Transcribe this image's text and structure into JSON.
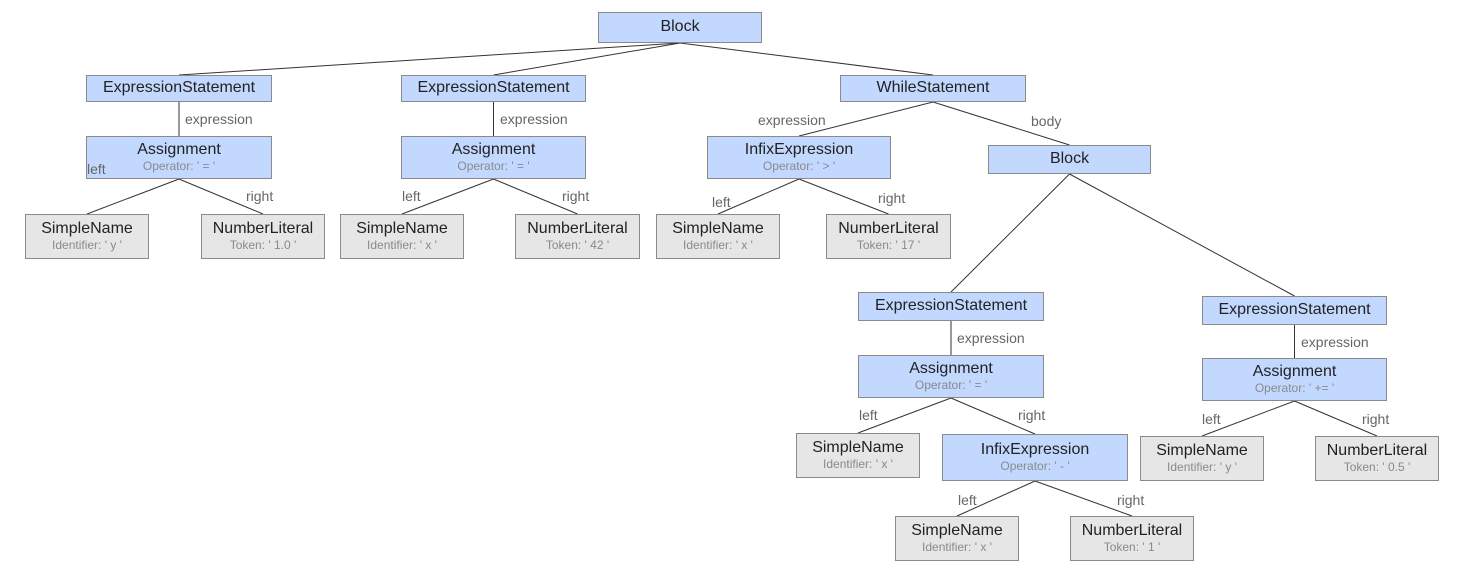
{
  "colors": {
    "internal_node_fill": "#c2d8ff",
    "leaf_node_fill": "#e6e6e6",
    "border": "#8a8a8a",
    "edge": "#333333",
    "edge_label": "#666666"
  },
  "nodes": {
    "root": {
      "title": "Block"
    },
    "es1": {
      "title": "ExpressionStatement"
    },
    "as1": {
      "title": "Assignment",
      "sub": "Operator: ' = '"
    },
    "sn1": {
      "title": "SimpleName",
      "sub": "Identifier: ' y '"
    },
    "nl1": {
      "title": "NumberLiteral",
      "sub": "Token: ' 1.0 '"
    },
    "es2": {
      "title": "ExpressionStatement"
    },
    "as2": {
      "title": "Assignment",
      "sub": "Operator: ' = '"
    },
    "sn2": {
      "title": "SimpleName",
      "sub": "Identifier: ' x '"
    },
    "nl2": {
      "title": "NumberLiteral",
      "sub": "Token: ' 42 '"
    },
    "ws": {
      "title": "WhileStatement"
    },
    "ie1": {
      "title": "InfixExpression",
      "sub": "Operator: ' > '"
    },
    "sn3": {
      "title": "SimpleName",
      "sub": "Identifier: ' x '"
    },
    "nl3": {
      "title": "NumberLiteral",
      "sub": "Token: ' 17 '"
    },
    "blk2": {
      "title": "Block"
    },
    "es3": {
      "title": "ExpressionStatement"
    },
    "as3": {
      "title": "Assignment",
      "sub": "Operator: ' = '"
    },
    "sn4": {
      "title": "SimpleName",
      "sub": "Identifier: ' x '"
    },
    "ie2": {
      "title": "InfixExpression",
      "sub": "Operator: ' - '"
    },
    "sn5": {
      "title": "SimpleName",
      "sub": "Identifier: ' x '"
    },
    "nl5": {
      "title": "NumberLiteral",
      "sub": "Token: ' 1 '"
    },
    "es4": {
      "title": "ExpressionStatement"
    },
    "as4": {
      "title": "Assignment",
      "sub": "Operator: ' += '"
    },
    "sn6": {
      "title": "SimpleName",
      "sub": "Identifier: ' y '"
    },
    "nl6": {
      "title": "NumberLiteral",
      "sub": "Token: ' 0.5 '"
    }
  },
  "edges": [
    {
      "from": "root",
      "to": "es1",
      "label": ""
    },
    {
      "from": "root",
      "to": "es2",
      "label": ""
    },
    {
      "from": "root",
      "to": "ws",
      "label": ""
    },
    {
      "from": "es1",
      "to": "as1",
      "label": "expression"
    },
    {
      "from": "as1",
      "to": "sn1",
      "label": "left"
    },
    {
      "from": "as1",
      "to": "nl1",
      "label": "right"
    },
    {
      "from": "es2",
      "to": "as2",
      "label": "expression"
    },
    {
      "from": "as2",
      "to": "sn2",
      "label": "left"
    },
    {
      "from": "as2",
      "to": "nl2",
      "label": "right"
    },
    {
      "from": "ws",
      "to": "ie1",
      "label": "expression"
    },
    {
      "from": "ws",
      "to": "blk2",
      "label": "body"
    },
    {
      "from": "ie1",
      "to": "sn3",
      "label": "left"
    },
    {
      "from": "ie1",
      "to": "nl3",
      "label": "right"
    },
    {
      "from": "blk2",
      "to": "es3",
      "label": ""
    },
    {
      "from": "blk2",
      "to": "es4",
      "label": ""
    },
    {
      "from": "es3",
      "to": "as3",
      "label": "expression"
    },
    {
      "from": "as3",
      "to": "sn4",
      "label": "left"
    },
    {
      "from": "as3",
      "to": "ie2",
      "label": "right"
    },
    {
      "from": "ie2",
      "to": "sn5",
      "label": "left"
    },
    {
      "from": "ie2",
      "to": "nl5",
      "label": "right"
    },
    {
      "from": "es4",
      "to": "as4",
      "label": "expression"
    },
    {
      "from": "as4",
      "to": "sn6",
      "label": "left"
    },
    {
      "from": "as4",
      "to": "nl6",
      "label": "right"
    }
  ]
}
